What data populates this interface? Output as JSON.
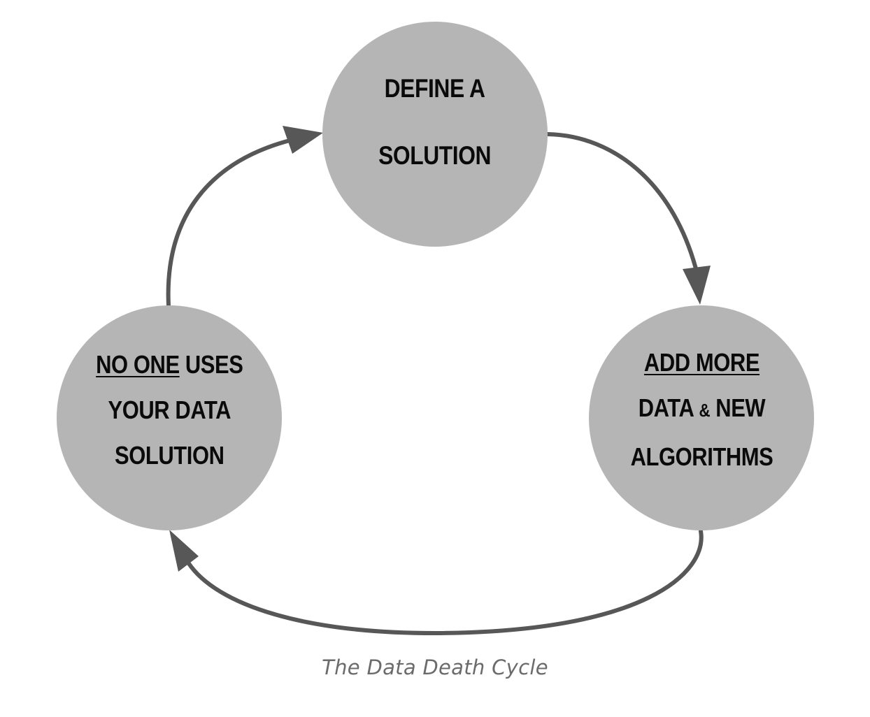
{
  "diagram": {
    "colors": {
      "node_fill": "#b5b5b5",
      "arrow": "#575757",
      "text": "#0a0a0a",
      "caption": "#6b6b6b"
    },
    "nodes": {
      "top": {
        "line1": "DEFINE A",
        "line2": "SOLUTION"
      },
      "right": {
        "line1": "ADD MORE",
        "line2_a": "DATA ",
        "line2_amp": "&",
        "line2_b": " NEW",
        "line3": "ALGORITHMS"
      },
      "left": {
        "line1_u": "NO ONE",
        "line1_rest": " USES",
        "line2": "YOUR DATA",
        "line3": "SOLUTION"
      }
    },
    "caption": "The Data Death Cycle"
  }
}
